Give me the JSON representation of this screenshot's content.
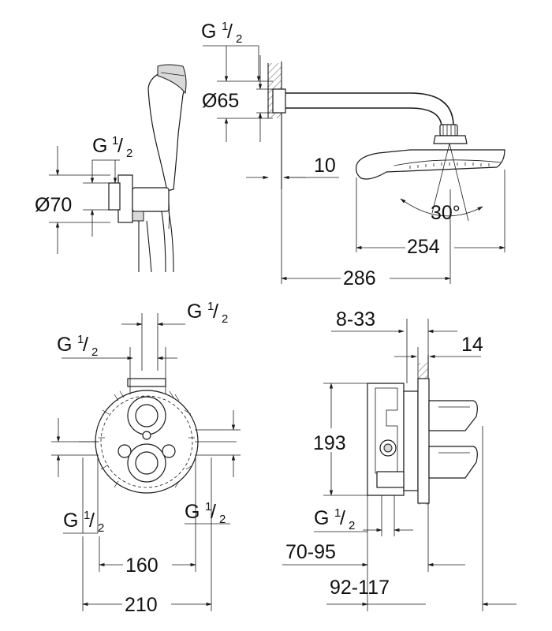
{
  "figure": {
    "thread": "G",
    "frac_num": "1",
    "frac_den": "2",
    "upper_right": {
      "arm_inlet_diameter": "Ø65",
      "wall_offset": "10",
      "tilt_angle": "30°",
      "head_width": "254",
      "projection": "286"
    },
    "upper_left": {
      "outlet_diameter": "Ø70"
    },
    "lower_left": {
      "spacing_inner": "160",
      "spacing_outer": "210"
    },
    "lower_right": {
      "install_range": "8-33",
      "cover_thickness": "14",
      "body_height": "193",
      "depth_range_a": "70-95",
      "depth_range_b": "92-117"
    }
  }
}
